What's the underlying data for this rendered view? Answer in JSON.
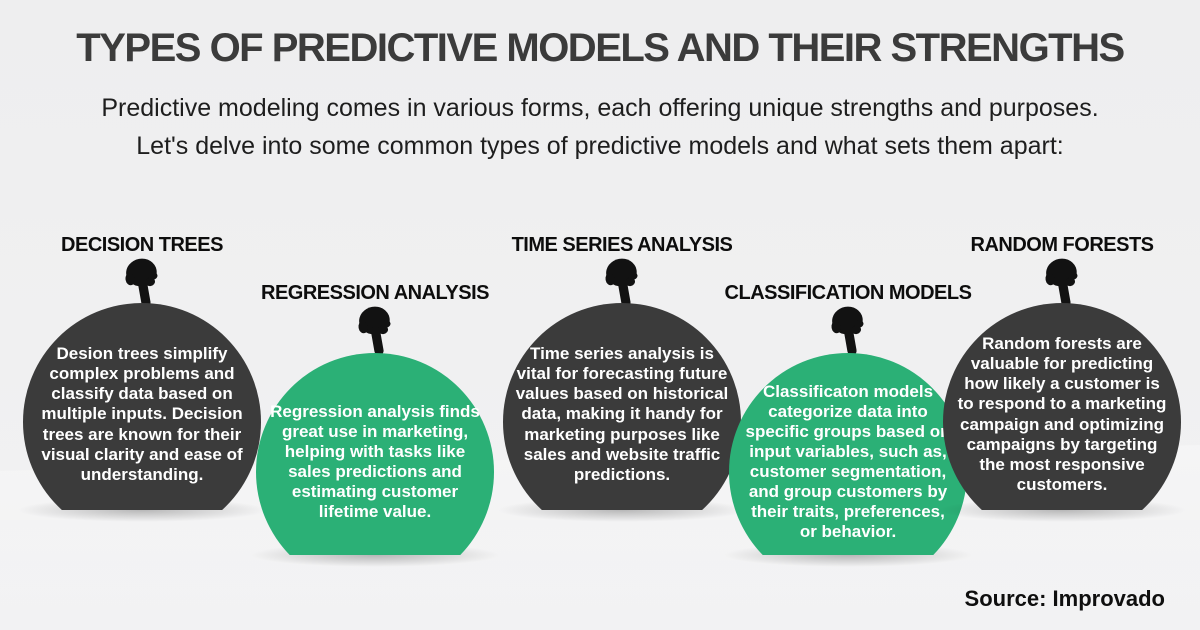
{
  "header": {
    "title": "TYPES OF PREDICTIVE MODELS AND THEIR STRENGTHS",
    "subtitle_line1": "Predictive modeling comes in various forms, each offering unique strengths and purposes.",
    "subtitle_line2": "Let's delve into some common types of predictive models and what sets them apart:"
  },
  "models": [
    {
      "name": "DECISION TREES",
      "theme": "dark",
      "description": "Desion trees simplify complex problems and classify data based on multiple inputs. Decision trees are known for their visual clarity and ease of understanding."
    },
    {
      "name": "REGRESSION ANALYSIS",
      "theme": "green",
      "description": "Regression analysis finds great use in marketing, helping with tasks like sales predictions and estimating customer lifetime value."
    },
    {
      "name": "TIME SERIES ANALYSIS",
      "theme": "dark",
      "description": "Time series analysis is vital for forecasting future values based on historical data, making it handy for marketing purposes like sales and website traffic predictions."
    },
    {
      "name": "CLASSIFICATION MODELS",
      "theme": "green",
      "description": "Classificaton models categorize data into specific groups based on input variables, such as, customer segmentation, and group customers by their traits, preferences, or behavior."
    },
    {
      "name": "RANDOM FORESTS",
      "theme": "dark",
      "description": "Random forests are valuable for predicting how likely a customer is to respond to a marketing campaign and optimizing campaigns by targeting the most responsive customers."
    }
  ],
  "footer": {
    "source": "Source: Improvado"
  },
  "icons": {
    "pointer": "hand-pointing-down"
  },
  "colors": {
    "background": "#f0f0f1",
    "dark_bubble": "#3b3b3b",
    "green_bubble": "#2bb076",
    "bubble_text": "#ffffff",
    "title_text": "#3b3b3b",
    "heading_text": "#0d0d0d"
  }
}
